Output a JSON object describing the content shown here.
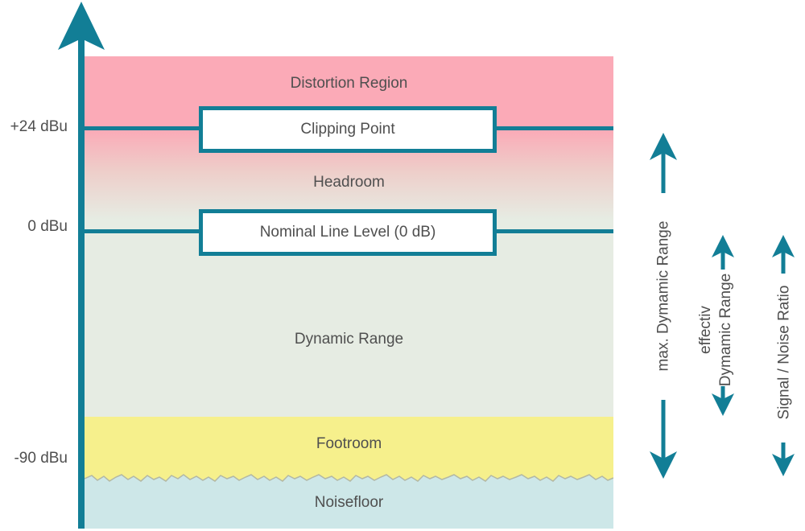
{
  "diagram": {
    "ticks": {
      "plus24": "+24 dBu",
      "zero": "0 dBu",
      "minus90": "-90 dBu"
    },
    "regions": {
      "distortion": "Distortion Region",
      "headroom": "Headroom",
      "dynamic": "Dynamic Range",
      "footroom": "Footroom",
      "noisefloor": "Noisefloor"
    },
    "markers": {
      "clipping": "Clipping Point",
      "nominal": "Nominal Line Level (0 dB)"
    },
    "arrows": {
      "max": "max. Dymamic Range",
      "effective_line1": "effectiv",
      "effective_line2": "Dymamic Range",
      "snr": "Signal / Noise Ratio"
    },
    "colors": {
      "teal": "#127e96",
      "pink": "#fbaab7",
      "pale_green": "#e6ece3",
      "yellow": "#f6f08c",
      "pale_blue": "#cde7e8",
      "label_gray": "#4f4f4f"
    }
  }
}
